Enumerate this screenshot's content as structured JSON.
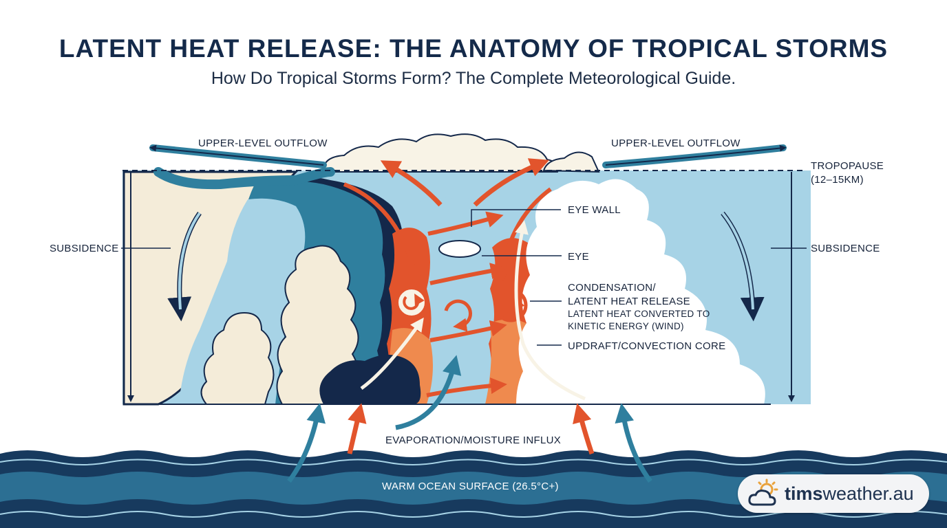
{
  "header": {
    "title": "LATENT HEAT RELEASE: THE ANATOMY OF TROPICAL STORMS",
    "subtitle": "How Do Tropical Storms Form? The Complete Meteorological Guide."
  },
  "labels": {
    "outflow_left": "UPPER-LEVEL OUTFLOW",
    "outflow_right": "UPPER-LEVEL OUTFLOW",
    "tropopause": "TROPOPAUSE",
    "tropopause_height": "(12–15KM)",
    "subsidence_left": "SUBSIDENCE",
    "subsidence_right": "SUBSIDENCE",
    "eye_wall": "EYE WALL",
    "eye": "EYE",
    "condensation_1": "CONDENSATION/",
    "condensation_2": "LATENT HEAT RELEASE",
    "conversion_1": "LATENT HEAT CONVERTED TO",
    "conversion_2": "KINETIC ENERGY (WIND)",
    "updraft": "UPDRAFT/CONVECTION CORE",
    "evaporation": "EVAPORATION/MOISTURE INFLUX",
    "ocean": "WARM OCEAN SURFACE (26.5°C+)"
  },
  "brand": {
    "bold": "tims",
    "rest": "weather.au",
    "icon": "sun-cloud-icon"
  },
  "colors": {
    "navy": "#14284a",
    "teal": "#2f7f9e",
    "sky": "#a7d3e6",
    "cream": "#f4ecd9",
    "orange_dark": "#e2542c",
    "orange_light": "#ef8a4e",
    "ocean_dark": "#173a5e",
    "ocean_mid": "#2c6f93"
  }
}
